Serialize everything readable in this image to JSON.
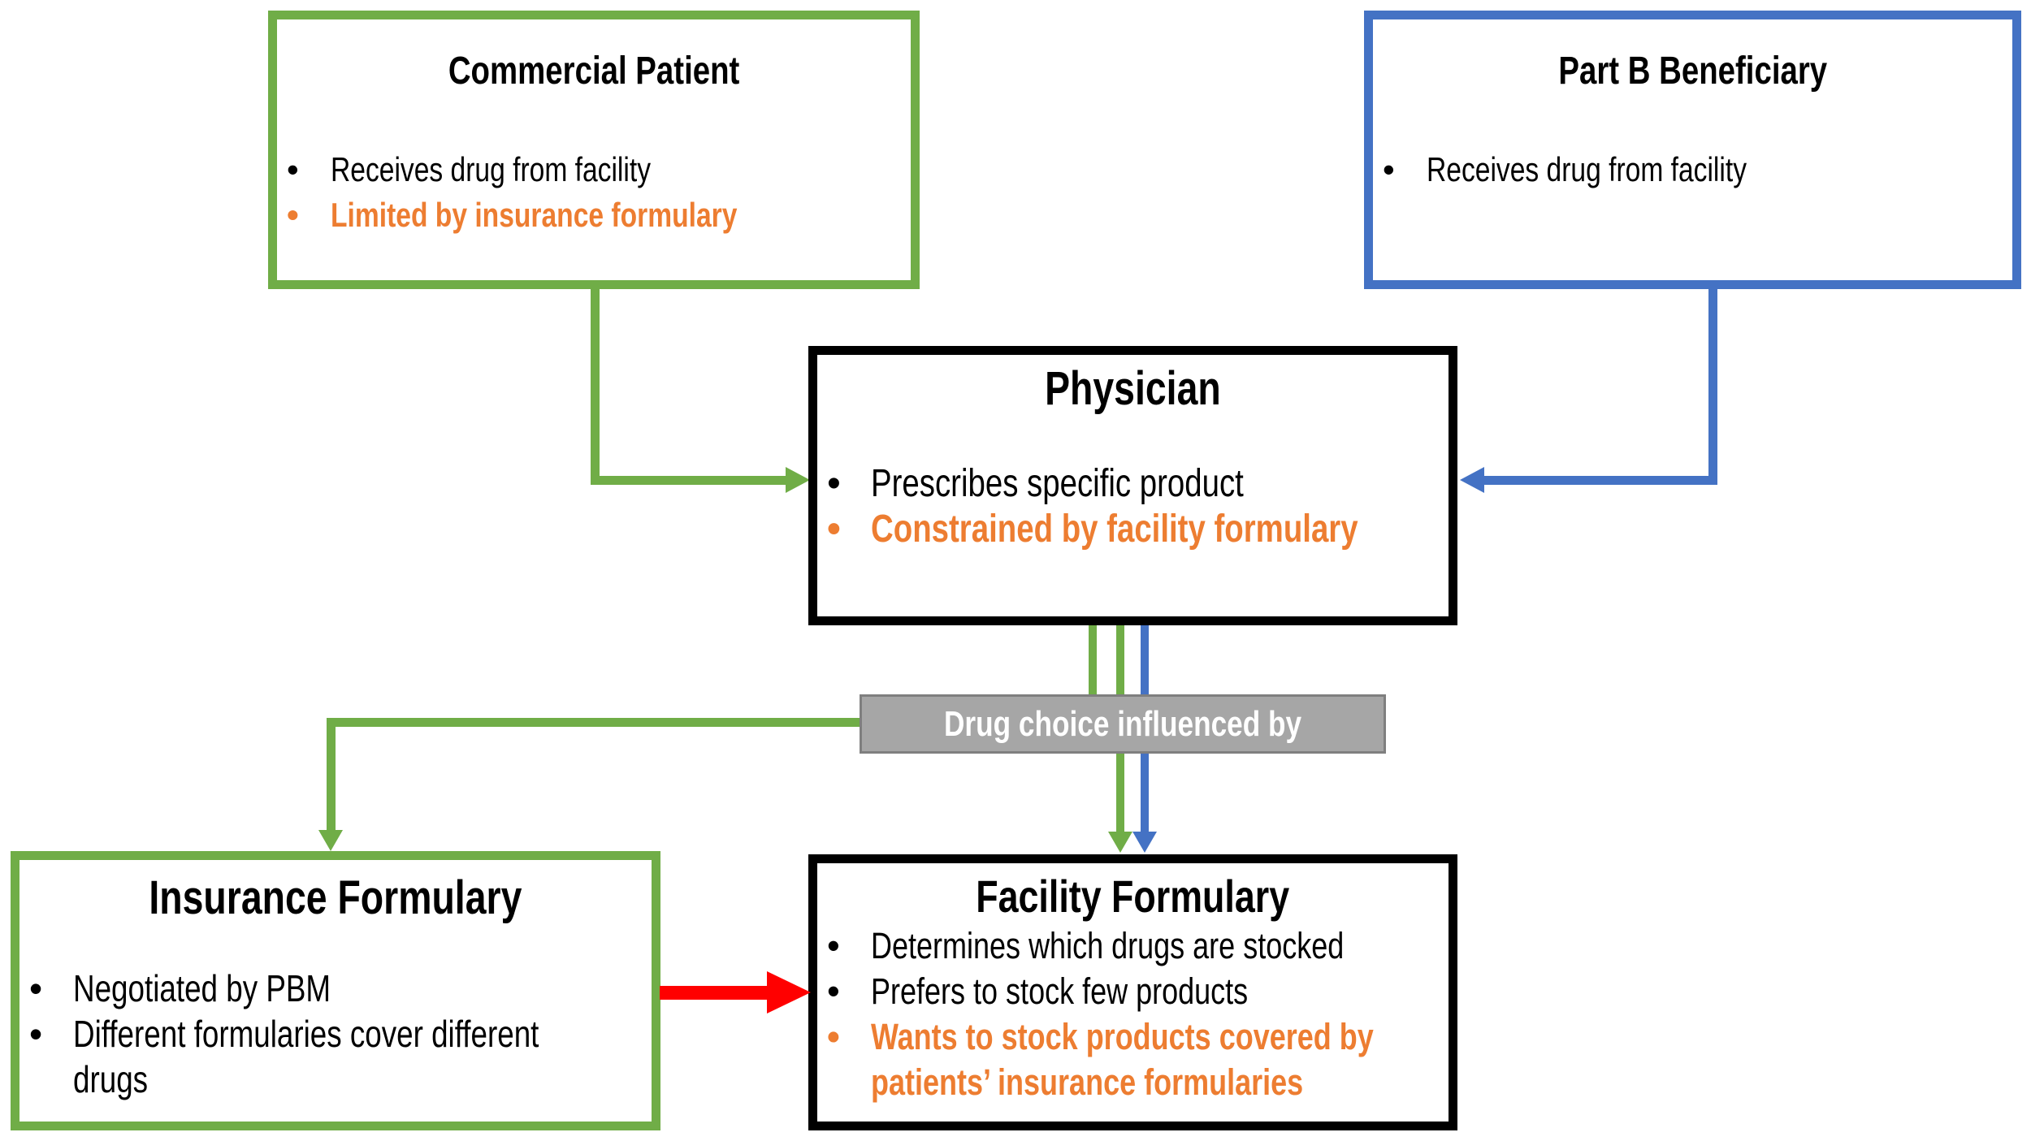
{
  "colors": {
    "green": "#70AD47",
    "blue": "#4472C4",
    "orange": "#ED7D31",
    "red": "#FF0000",
    "gray_fill": "#A6A6A6",
    "gray_border": "#7F7F7F",
    "black": "#000000",
    "white": "#FFFFFF"
  },
  "glyphs": {
    "bullet": "•"
  },
  "connector_label": {
    "text": "Drug choice influenced by"
  },
  "boxes": {
    "commercial": {
      "title": "Commercial Patient",
      "bullets": [
        {
          "text": "Receives drug from facility",
          "emphasis": false
        },
        {
          "text": "Limited by insurance formulary",
          "emphasis": true
        }
      ]
    },
    "partb": {
      "title": "Part B Beneficiary",
      "bullets": [
        {
          "text": "Receives drug from facility",
          "emphasis": false
        }
      ]
    },
    "physician": {
      "title": "Physician",
      "bullets": [
        {
          "text": "Prescribes specific product",
          "emphasis": false
        },
        {
          "text": "Constrained by facility formulary",
          "emphasis": true
        }
      ]
    },
    "insurance": {
      "title": "Insurance Formulary",
      "bullets": [
        {
          "text": "Negotiated by PBM",
          "emphasis": false
        },
        {
          "text": "Different formularies cover different\ndrugs",
          "emphasis": false
        }
      ]
    },
    "facility": {
      "title": "Facility Formulary",
      "bullets": [
        {
          "text": "Determines which drugs are stocked",
          "emphasis": false
        },
        {
          "text": "Prefers to stock few products",
          "emphasis": false
        },
        {
          "text": "Wants to stock products covered by\npatients’ insurance formularies",
          "emphasis": true
        }
      ]
    }
  }
}
